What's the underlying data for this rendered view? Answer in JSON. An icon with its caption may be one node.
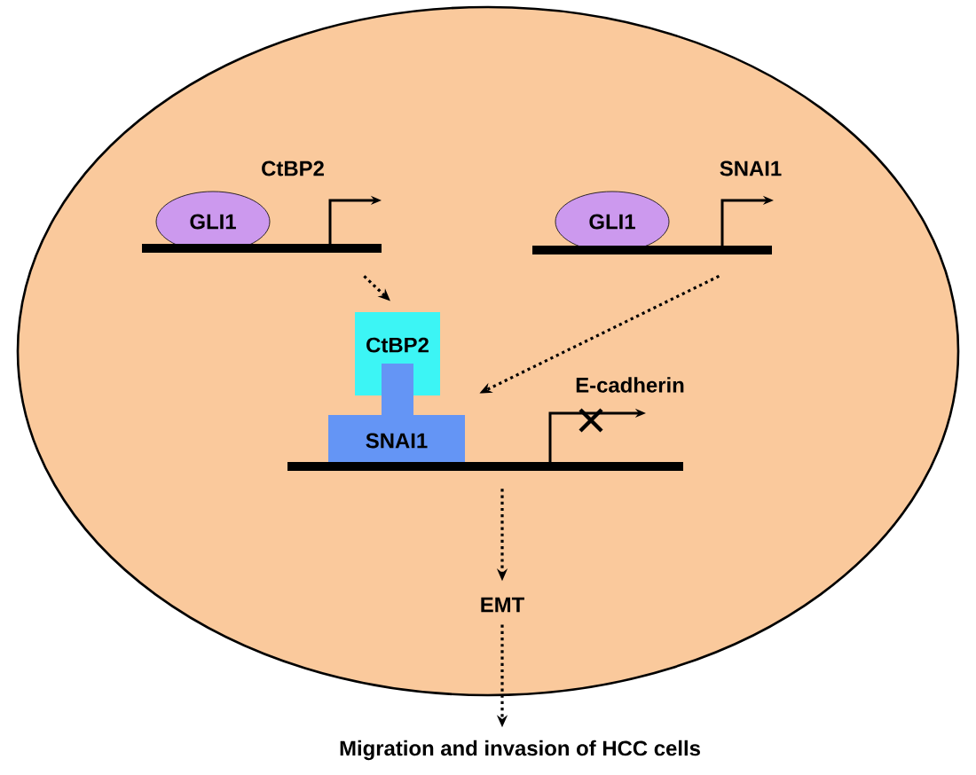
{
  "diagram": {
    "nodes": [
      {
        "text": [],
        "shape": "ellipse"
      },
      {
        "text": [
          "GLI1"
        ],
        "in": 0
      },
      {
        "text": [],
        "shape": "bar",
        "in": 0
      },
      {
        "text": [
          "GLI1"
        ],
        "in": 0
      },
      {
        "text": [],
        "shape": "bar",
        "in": 0
      },
      {
        "text": [
          "CtBP2"
        ],
        "in": 0
      },
      {
        "text": [
          "SNAI1"
        ],
        "in": 0
      },
      {
        "text": [],
        "shape": "bar",
        "in": 0
      },
      {
        "text": [
          "EMT"
        ],
        "in": 0
      },
      {
        "text": [
          "Migration and invasion of HCC cells"
        ]
      }
    ],
    "edges": [
      {
        "from": 2,
        "to": 5,
        "arrow": "to"
      },
      {
        "from": 4,
        "to": 6,
        "arrow": "to"
      },
      {
        "from": 7,
        "to": 8,
        "arrow": "to"
      },
      {
        "from": 8,
        "to": 9,
        "arrow": "to"
      }
    ],
    "labels": [
      "CtBP2",
      "SNAI1",
      "E-cadherin"
    ]
  }
}
